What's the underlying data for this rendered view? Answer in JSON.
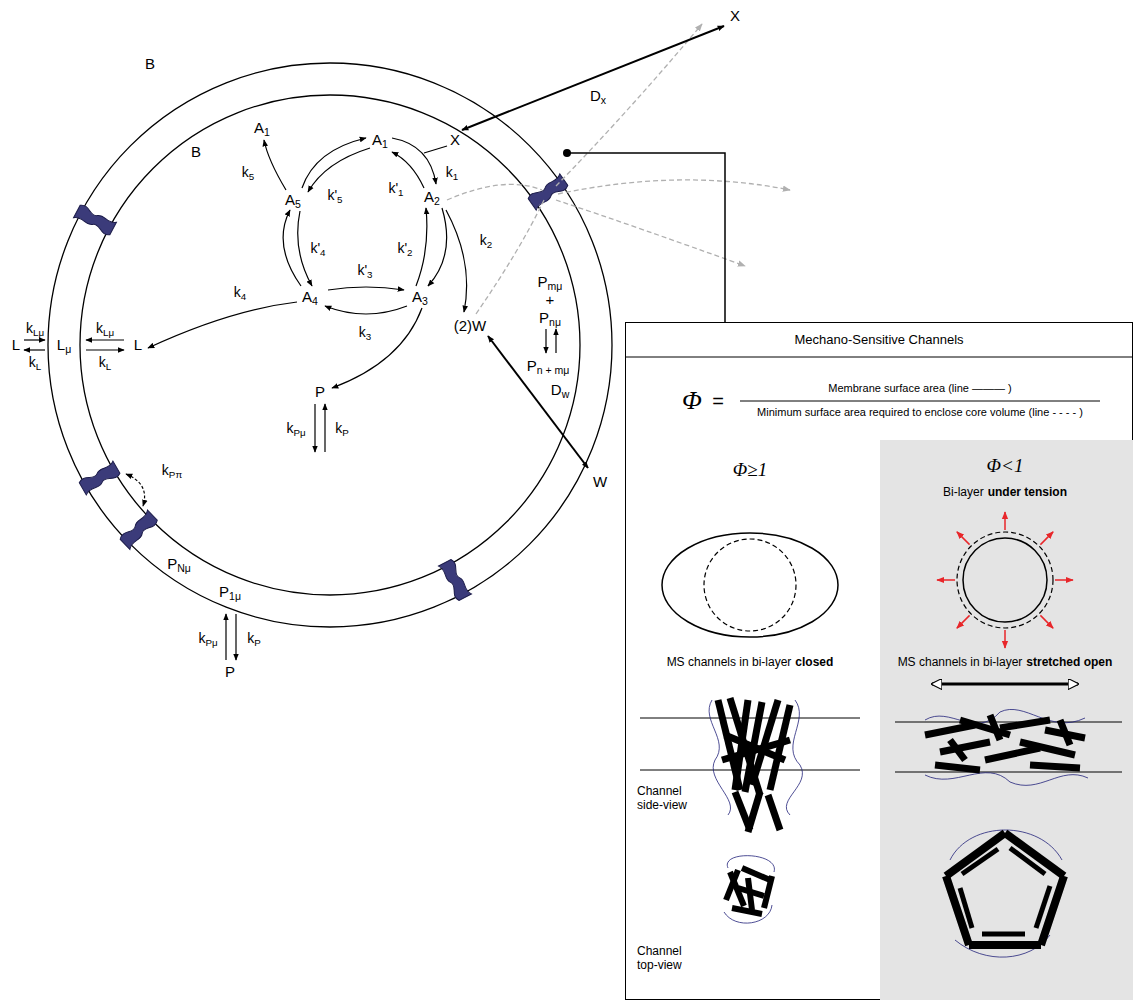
{
  "diagram": {
    "nodes": [
      {
        "text": [
          "B",
          "B",
          "X",
          "A1",
          "A1",
          "k1",
          "k'1",
          "A2",
          "k2",
          "k'2",
          "(2)W",
          "A3",
          "k'3",
          "k3",
          "A4",
          "k4",
          "k'4",
          "A5",
          "k5",
          "k'5",
          "L",
          "kLμ",
          "kL",
          "Lμ",
          "P",
          "kPμ",
          "kP",
          "kPπ",
          "PNμ",
          "P1μ",
          "Pmμ",
          "+",
          "Pnμ",
          "Pn + mμ",
          "Dw"
        ]
      },
      {
        "text": [
          "Mechano-Sensitive Channels",
          "Φ",
          "=",
          "Membrane surface area (line ——— )",
          "Minimum surface area required to enclose core volume (line - - - - )",
          "Φ≥1",
          "MS channels in bi-layer",
          "closed",
          "Channel side-view",
          "Channel top-view"
        ]
      },
      {
        "text": [
          "Φ<1",
          "Bi-layer",
          "under tension",
          "MS channels in bi-layer",
          "stretched open"
        ],
        "in": 1
      }
    ],
    "edges": [
      {
        "from": 0,
        "to": 1,
        "arrow": "none"
      }
    ],
    "labels": [
      "X",
      "Dx",
      "L",
      "kLμ",
      "kL",
      "kPμ",
      "kP",
      "P",
      "W"
    ]
  }
}
